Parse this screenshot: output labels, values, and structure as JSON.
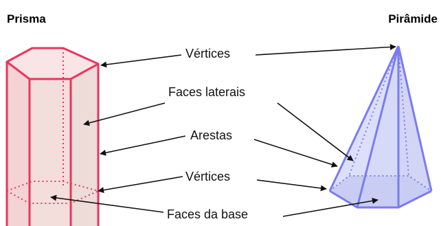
{
  "titles": {
    "prism": "Prisma",
    "pyramid": "Pirâmide"
  },
  "labels": {
    "vertices_top": "Vértices",
    "lateral_faces": "Faces laterais",
    "edges": "Arestas",
    "vertices_bottom": "Vértices",
    "base_faces": "Faces da base"
  },
  "colors": {
    "prism_stroke": "#e8365e",
    "prism_fill": "#f6d9da",
    "pyramid_stroke": "#7a7bf2",
    "pyramid_fill": "#d9dbf8",
    "arrow": "#111111"
  }
}
